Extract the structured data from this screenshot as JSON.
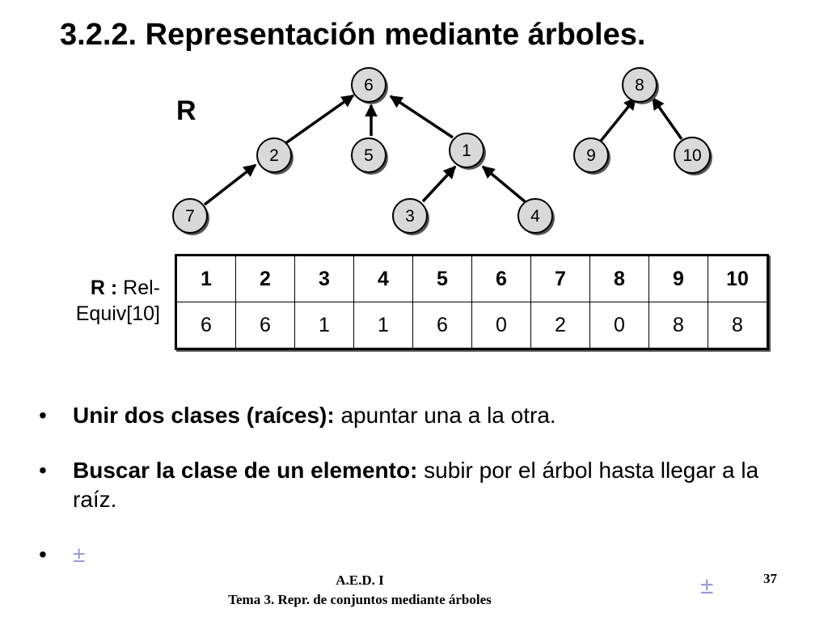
{
  "title": "3.2.2. Representación mediante árboles.",
  "set_label": "R",
  "nodes": [
    "6",
    "2",
    "5",
    "1",
    "7",
    "3",
    "4",
    "8",
    "9",
    "10"
  ],
  "array": {
    "caption_bold": "R :",
    "caption_text": " Rel-Equiv[10]",
    "indices": [
      "1",
      "2",
      "3",
      "4",
      "5",
      "6",
      "7",
      "8",
      "9",
      "10"
    ],
    "values": [
      "6",
      "6",
      "1",
      "1",
      "6",
      "0",
      "2",
      "0",
      "8",
      "8"
    ]
  },
  "bullets": [
    {
      "bold": "Unir dos clases (raíces):",
      "text": " apuntar una a la otra."
    },
    {
      "bold": "Buscar la clase de un elemento:",
      "text": " subir por el árbol hasta llegar a la raíz."
    },
    {
      "link": "±"
    }
  ],
  "footer": {
    "line1": "A.E.D. I",
    "line2": "Tema 3. Repr. de conjuntos mediante árboles",
    "nav": "±",
    "page": "37"
  }
}
